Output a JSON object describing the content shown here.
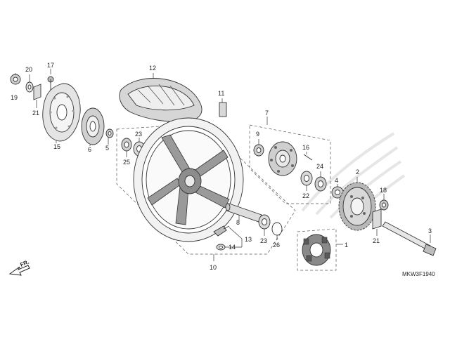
{
  "diagram_code": "MKW3F1940",
  "direction_label": "FR.",
  "callouts": {
    "p1": "1",
    "p2": "2",
    "p3": "3",
    "p4": "4",
    "p5": "5",
    "p6": "6",
    "p7": "7",
    "p8": "8",
    "p9": "9",
    "p10": "10",
    "p11": "11",
    "p12": "12",
    "p13": "13",
    "p14": "14",
    "p15": "15",
    "p16": "16",
    "p17": "17",
    "p18": "18",
    "p19": "19",
    "p20": "20",
    "p21a": "21",
    "p21b": "21",
    "p22": "22",
    "p23a": "23",
    "p23b": "23",
    "p24": "24",
    "p25": "25",
    "p26": "26"
  },
  "colors": {
    "ink": "#333333",
    "rim": "#d9d9d9",
    "hub": "#8c8c8c",
    "watermark": "#e6e6e6"
  }
}
